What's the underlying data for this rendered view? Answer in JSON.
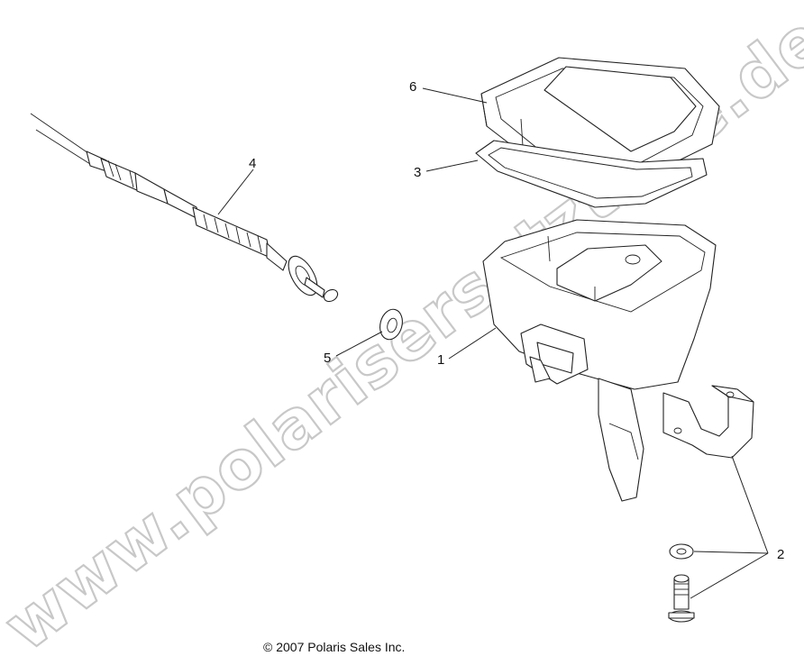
{
  "watermark": "www.polarisersatzteile.de",
  "copyright": "© 2007 Polaris Sales Inc.",
  "callouts": {
    "c1": "1",
    "c2": "2",
    "c3": "3",
    "c4": "4",
    "c5": "5",
    "c6": "6"
  }
}
